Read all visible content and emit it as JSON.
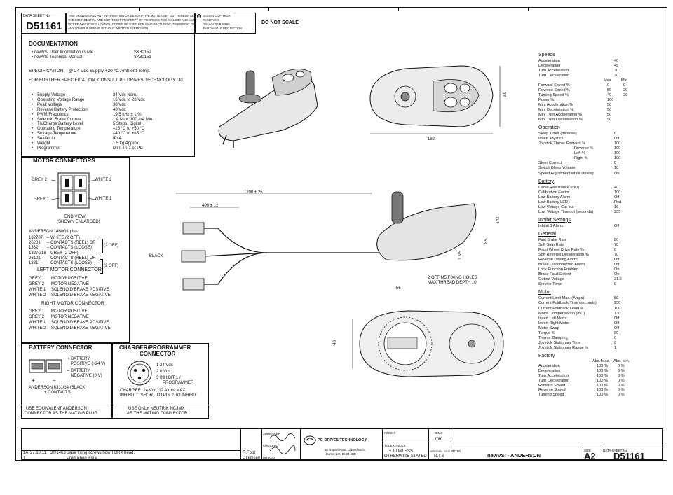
{
  "header": {
    "data_sheet_label": "DATA SHEET No.",
    "data_sheet_no": "D51161",
    "notice": [
      "THIS DRAWING AND ANY INFORMATION OR DESCRIPTIVE MATTER SET OUT HEREON ARE",
      "THE CONFIDENTIAL AND COPYRIGHT PROPERTY OF PG DRIVES TECHNOLOGY AND MUST",
      "NOT BE DISCLOSED, LOANED, COPIED OR USED FOR MANUFACTURING, TENDERING OR",
      "ANY OTHER PURPOSE WITHOUT WRITTEN PERMISSION."
    ],
    "design_copyright": [
      "DESIGN COPYRIGHT",
      "RESERVED.",
      "DRAWN TO BS8888.",
      "THIRD ANGLE PROJECTION."
    ],
    "do_not_scale": "DO NOT SCALE"
  },
  "documentation": {
    "title": "DOCUMENTATION",
    "items": [
      {
        "name": "newVSI User Information Guide",
        "code": "SK80152"
      },
      {
        "name": "newVSI Technical Manual",
        "code": "SK80151"
      }
    ]
  },
  "specification": {
    "line1": "SPECIFICATION – @ 24 Vdc Supply +20 °C Ambient Temp.",
    "line2": "FOR FURTHER SPECIFICATION, CONSULT PG DRIVES TECHNOLOGY Ltd.",
    "rows": [
      [
        "Supply Voltage",
        "24 Vdc Nom."
      ],
      [
        "Operating Voltage Range",
        "16 Vdc to 28 Vdc"
      ],
      [
        "Peak Voltage",
        "38 Vdc"
      ],
      [
        "Reverse Battery Protection",
        "40 Vdc"
      ],
      [
        "PWM Frequency",
        "19.5 kHz ± 1 %"
      ],
      [
        "Solenoid Brake Current",
        "1 A Max. 100 mA Min."
      ],
      [
        "TruCharge Battery Level",
        "5 Steps, Digital"
      ],
      [
        "Operating Temperature",
        "–25 °C to +50 °C"
      ],
      [
        "Storage Temperature",
        "–40 °C to +65 °C"
      ],
      [
        "Sealed to",
        "IPx4"
      ],
      [
        "Weight",
        "1.5 kg Approx."
      ],
      [
        "Programmer",
        "DTT, PP1 or PC"
      ]
    ]
  },
  "motor": {
    "title": "MOTOR CONNECTORS",
    "grey2": "GREY 2",
    "white2": "WHITE 2",
    "grey1": "GREY 1",
    "white1": "WHITE 1",
    "end_view": "END VIEW",
    "shown_enlarged": "(SHOWN ENLARGED)",
    "anderson_plus": "ANDERSON 1460G1 plus:",
    "parts": [
      [
        "132707",
        "– WHITE (2 OFF)"
      ],
      [
        "26201",
        "– CONTACTS (REEL) OR"
      ],
      [
        "1332",
        "– CONTACTS (LOOSE)"
      ],
      [
        "1327G18",
        "– GREY (2 OFF)"
      ],
      [
        "26101",
        "– CONTACTS (REEL) OR"
      ],
      [
        "1331",
        "– CONTACTS (LOOSE)"
      ]
    ],
    "two_off": "(2 OFF)",
    "left_title": "LEFT MOTOR CONNECTOR",
    "left_rows": [
      [
        "GREY 1",
        "MOTOR POSITIVE"
      ],
      [
        "GREY 2",
        "MOTOR NEGATIVE"
      ],
      [
        "WHITE 1",
        "SOLENOID BRAKE POSITIVE"
      ],
      [
        "WHITE 2",
        "SOLENOID BRAKE NEGATIVE"
      ]
    ],
    "right_title": "RIGHT MOTOR CONNECTOR",
    "right_rows": [
      [
        "GREY 1",
        "MOTOR POSITIVE"
      ],
      [
        "GREY 2",
        "MOTOR NEGATIVE"
      ],
      [
        "WHITE 1",
        "SOLENOID BRAKE POSITIVE"
      ],
      [
        "WHITE 2",
        "SOLENOID BRAKE NEGATIVE"
      ]
    ]
  },
  "battery": {
    "title": "BATTERY CONNECTOR",
    "pos1": "+ BATTERY",
    "pos2": "POSITIVE (+24 V)",
    "neg1": "– BATTERY",
    "neg2": "NEGATIVE (0 V)",
    "plus": "+",
    "minus": "–",
    "anderson": "ANDERSON 6331G4 (BLACK)",
    "contacts": "+ CONTACTS",
    "note1": "USE EQUIVALENT ANDERSON",
    "note2": "CONNECTOR AS THE MATING PLUG"
  },
  "charger": {
    "title1": "CHARGER/PROGRAMMER",
    "title2": "CONNECTOR",
    "pin1": "1  24 Vdc",
    "pin2": "2  0 Vdc",
    "pin3a": "3  INHIBIT 1 /",
    "pin3b": "PROGRAMMER",
    "ch1": "CHARGER: 24 Vdc, 12 A rms MAX.",
    "ch2": "INHIBIT 1: SHORT TO PIN 2 TO INHIBIT",
    "note1": "USE ONLY NEUTRIK NC3MX",
    "note2": "AS THE MATING CONNECTOR"
  },
  "dims": {
    "d89": "89",
    "d182": "182",
    "d1200": "1200 ± 25",
    "d400": "400 ± 12",
    "d142": "142",
    "d85": "85",
    "d56": "56",
    "d40": "40",
    "m5": "3 M5",
    "fix1": "2 OFF M5 FIXING HOLES",
    "fix2": "MAX THREAD DEPTH 10",
    "black": "BLACK"
  },
  "params": {
    "speeds": {
      "title": "Speeds",
      "rows": [
        [
          "Acceleration",
          "40"
        ],
        [
          "Deceleration",
          "45"
        ],
        [
          "Turn Acceleration",
          "30"
        ],
        [
          "Turn Deceleration",
          "30"
        ]
      ]
    },
    "maxmin": {
      "max": "Max",
      "min": "Min",
      "rows": [
        [
          "Forward Speed %",
          "0",
          "0"
        ],
        [
          "Reverse Speed %",
          "50",
          "20"
        ],
        [
          "Turning Speed %",
          "40",
          "20"
        ],
        [
          "Power %",
          "100",
          ""
        ],
        [
          "Min. Acceleration %",
          "50",
          ""
        ],
        [
          "Min. Deceleration %",
          "50",
          ""
        ],
        [
          "Min. Turn Acceleration %",
          "50",
          ""
        ],
        [
          "Min. Turn Deceleration %",
          "50",
          ""
        ]
      ]
    },
    "operation": {
      "title": "Operation",
      "rows": [
        [
          "Sleep Timer (minutes)",
          "0"
        ],
        [
          "Invert Joystick",
          "Off"
        ],
        [
          "Joystick Throw:  Forward %",
          "100"
        ],
        [
          "Reverse %",
          "100"
        ],
        [
          "Left %",
          "100"
        ],
        [
          "Right %",
          "100"
        ],
        [
          "Steer Correct",
          "0"
        ],
        [
          "Switch Bleep Volume",
          "10"
        ],
        [
          "Speed Adjustment while Driving",
          "On"
        ]
      ]
    },
    "battery": {
      "title": "Battery",
      "rows": [
        [
          "Cable Resistance (mΩ)",
          "40"
        ],
        [
          "Calibration Factor",
          "100"
        ],
        [
          "Low Battery Alarm",
          "Off"
        ],
        [
          "Low Battery LED",
          "Red"
        ],
        [
          "Low Voltage Cut-out",
          "16"
        ],
        [
          "Low Voltage Timeout (seconds)",
          "255"
        ]
      ]
    },
    "inhibit": {
      "title": "Inhibit Settings",
      "rows": [
        [
          "Inhibit 1 Alarm",
          "Off"
        ]
      ]
    },
    "general": {
      "title": "General",
      "rows": [
        [
          "Fast Brake Rate",
          "80"
        ],
        [
          "Soft Stop Rate",
          "70"
        ],
        [
          "Front Wheel Drive Rate %",
          "0"
        ],
        [
          "Soft Reverse Deceleration %",
          "70"
        ],
        [
          "Reverse Driving Alarm",
          "Off"
        ],
        [
          "Brake Disconnected Alarm",
          "Off"
        ],
        [
          "Lock Function Enabled",
          "On"
        ],
        [
          "Brake Fault Detect",
          "On"
        ],
        [
          "Output Voltage",
          "21.5"
        ],
        [
          "Service Timer",
          "0"
        ]
      ]
    },
    "motor": {
      "title": "Motor",
      "rows": [
        [
          "Current Limit Max. (Amps)",
          "50"
        ],
        [
          "Current Foldback Time (seconds)",
          "250"
        ],
        [
          "Current Foldback Level %",
          "100"
        ],
        [
          "Motor Compensation (mΩ)",
          "130"
        ],
        [
          "Invert Left Motor",
          "Off"
        ],
        [
          "Invert Right Motor",
          "Off"
        ],
        [
          "Motor Swap",
          "Off"
        ],
        [
          "Torque %",
          "80"
        ],
        [
          "Tremor Damping",
          "0"
        ],
        [
          "Joystick Stationary Time",
          "0"
        ],
        [
          "Joystick Stationary Range %",
          "1"
        ]
      ]
    },
    "factory": {
      "title": "Factory",
      "abs_max": "Abs. Max.",
      "abs_min": "Abs. Min.",
      "rows": [
        [
          "Acceleration",
          "100 %",
          "0 %"
        ],
        [
          "Deceleration",
          "100 %",
          "0 %"
        ],
        [
          "Turn Acceleration",
          "100 %",
          "0 %"
        ],
        [
          "Turn Deceleration",
          "100 %",
          "0 %"
        ],
        [
          "Forward Speed",
          "100 %",
          "0 %"
        ],
        [
          "Reverse Speed",
          "100 %",
          "0 %"
        ],
        [
          "Turning Speed",
          "100 %",
          "0 %"
        ]
      ]
    }
  },
  "titleblock": {
    "rev": "1A",
    "date": "27.10.11",
    "init": "Dh/1463",
    "desc": "Base fixing screws now TORX head.",
    "rev2": "1",
    "desc2": "Production issue",
    "approved": "APPROVED",
    "checked": "CHECKED",
    "drawn": "DRAWN",
    "name1": "R.Foot",
    "name2": "P.Dimsey",
    "company": "PG DRIVES TECHNOLOGY",
    "addr1": "10 Ampeel Road, Christchurch,",
    "addr2": "Dorset, UK, BH23 4HD",
    "finish": "FINISH",
    "tolerances": "TOLERANCES",
    "tol1": "± 1 UNLESS",
    "tol2": "OTHERWISE STATED",
    "dims": "DIMS",
    "mm": "mm",
    "orig_scale": "ORIGINAL SCALE",
    "nts": "N.T.S",
    "title_label": "TITLE",
    "title": "newVSI  -  ANDERSON",
    "size_label": "SIZE",
    "size": "A2",
    "ds_label": "DATA SHEET No.",
    "ds": "D51161"
  }
}
